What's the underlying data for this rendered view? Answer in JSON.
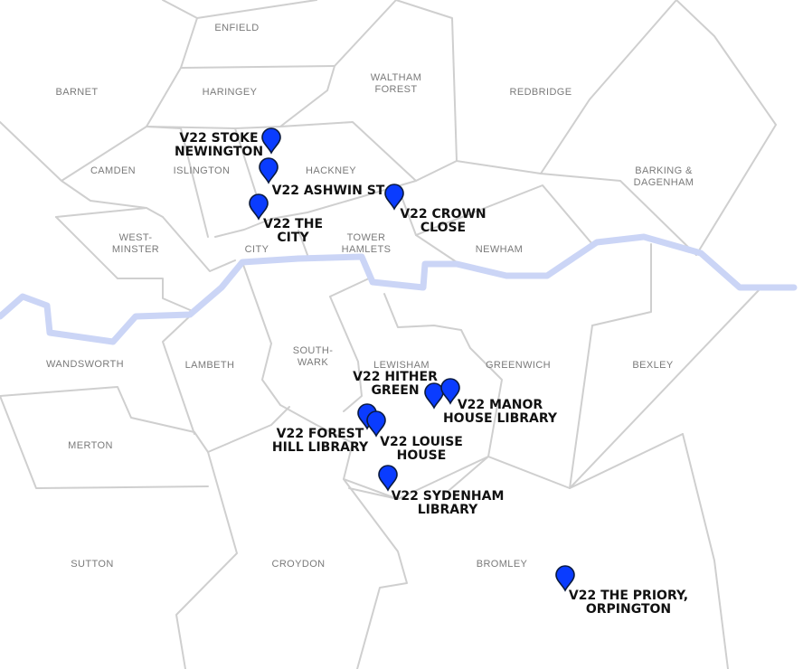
{
  "colors": {
    "border": "#cfcfcf",
    "river": "#cbd5f6",
    "marker": "#0a3cff",
    "label": "#111111",
    "borough_label": "#7a7a7a"
  },
  "boroughs": [
    {
      "name": "enfield",
      "label": [
        "ENFIELD"
      ]
    },
    {
      "name": "barnet",
      "label": [
        "BARNET"
      ]
    },
    {
      "name": "haringey",
      "label": [
        "HARINGEY"
      ]
    },
    {
      "name": "waltham-forest",
      "label": [
        "WALTHAM",
        "FOREST"
      ]
    },
    {
      "name": "redbridge",
      "label": [
        "REDBRIDGE"
      ]
    },
    {
      "name": "camden",
      "label": [
        "CAMDEN"
      ]
    },
    {
      "name": "islington",
      "label": [
        "ISLINGTON"
      ]
    },
    {
      "name": "hackney",
      "label": [
        "HACKNEY"
      ]
    },
    {
      "name": "barking-dagenham",
      "label": [
        "BARKING &",
        "DAGENHAM"
      ]
    },
    {
      "name": "westminster",
      "label": [
        "WEST-",
        "MINSTER"
      ]
    },
    {
      "name": "city",
      "label": [
        "CITY"
      ]
    },
    {
      "name": "tower-hamlets",
      "label": [
        "TOWER",
        "HAMLETS"
      ]
    },
    {
      "name": "newham",
      "label": [
        "NEWHAM"
      ]
    },
    {
      "name": "wandsworth",
      "label": [
        "WANDSWORTH"
      ]
    },
    {
      "name": "lambeth",
      "label": [
        "LAMBETH"
      ]
    },
    {
      "name": "southwark",
      "label": [
        "SOUTH-",
        "WARK"
      ]
    },
    {
      "name": "lewisham",
      "label": [
        "LEWISHAM"
      ]
    },
    {
      "name": "greenwich",
      "label": [
        "GREENWICH"
      ]
    },
    {
      "name": "bexley",
      "label": [
        "BEXLEY"
      ]
    },
    {
      "name": "merton",
      "label": [
        "MERTON"
      ]
    },
    {
      "name": "sutton",
      "label": [
        "SUTTON"
      ]
    },
    {
      "name": "croydon",
      "label": [
        "CROYDON"
      ]
    },
    {
      "name": "bromley",
      "label": [
        "BROMLEY"
      ]
    }
  ],
  "venues": [
    {
      "name": "stoke-newington",
      "label": [
        "V22 STOKE",
        "NEWINGTON"
      ]
    },
    {
      "name": "ashwin-st",
      "label": [
        "V22 ASHWIN ST"
      ]
    },
    {
      "name": "the-city",
      "label": [
        "V22 THE",
        "CITY"
      ]
    },
    {
      "name": "crown-close",
      "label": [
        "V22 CROWN",
        "CLOSE"
      ]
    },
    {
      "name": "hither-green",
      "label": [
        "V22 HITHER",
        "GREEN"
      ]
    },
    {
      "name": "manor-house-library",
      "label": [
        "V22 MANOR",
        "HOUSE LIBRARY"
      ]
    },
    {
      "name": "forest-hill-library",
      "label": [
        "V22 FOREST",
        "HILL LIBRARY"
      ]
    },
    {
      "name": "louise-house",
      "label": [
        "V22 LOUISE",
        "HOUSE"
      ]
    },
    {
      "name": "sydenham-library",
      "label": [
        "V22 SYDENHAM",
        "LIBRARY"
      ]
    },
    {
      "name": "the-priory-orpington",
      "label": [
        "V22 THE PRIORY,",
        "ORPINGTON"
      ]
    }
  ]
}
